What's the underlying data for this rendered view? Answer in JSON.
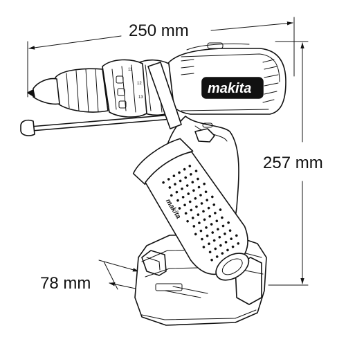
{
  "dimensions": {
    "length": "250 mm",
    "height": "257 mm",
    "width": "78 mm"
  },
  "product": {
    "brand": "makita",
    "chuck_marks": [
      "11",
      "12",
      "13"
    ]
  },
  "colors": {
    "ink": "#111111",
    "background": "#ffffff"
  }
}
